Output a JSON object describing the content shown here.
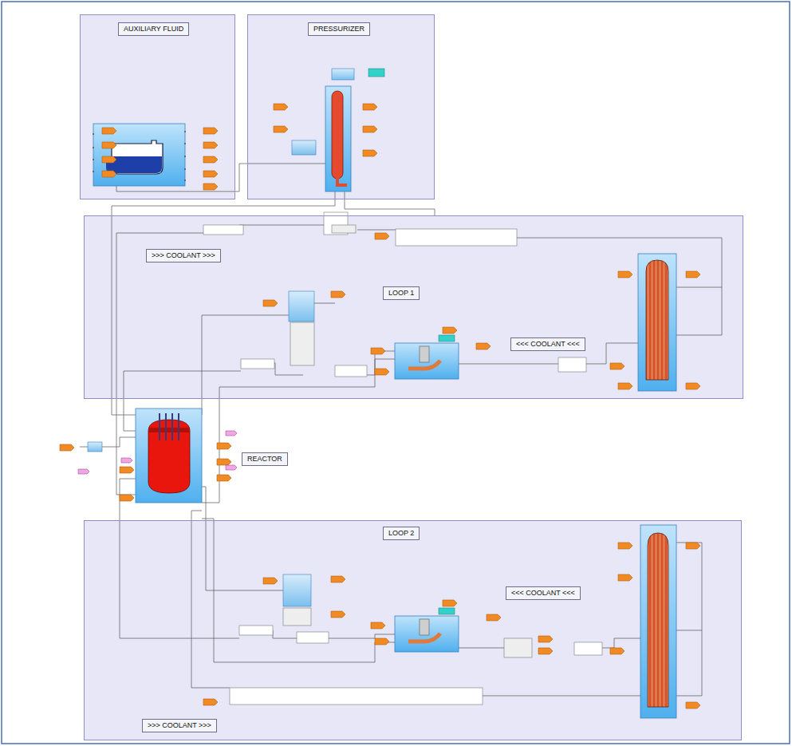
{
  "diagram": {
    "nodes": [
      {
        "text": [
          "AUXILIARY FLUID"
        ]
      },
      {
        "text": [
          "PRESSURIZER"
        ]
      },
      {
        "text": [
          "LOOP 1"
        ]
      },
      {
        "text": [
          "REACTOR"
        ]
      },
      {
        "text": [
          "LOOP 2"
        ]
      }
    ],
    "labels": [
      ">>> COOLANT >>>",
      "<<< COOLANT <<<",
      "<<< COOLANT <<<",
      ">>> COOLANT >>>"
    ]
  }
}
